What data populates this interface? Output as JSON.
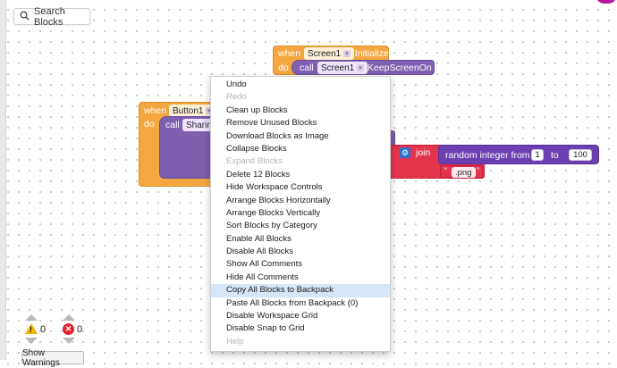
{
  "search": {
    "label": "Search Blocks"
  },
  "blocks": {
    "screen_event": {
      "when": "when",
      "component": "Screen1",
      "event": ".Initialize",
      "do": "do"
    },
    "keep_screen": {
      "call": "call",
      "component": "Screen1",
      "method": ".KeepScreenOn"
    },
    "button_event": {
      "when": "when",
      "component": "Button1",
      "do": "do"
    },
    "sharing_call": {
      "call": "call",
      "component": "Sharin"
    },
    "join": {
      "label": "join"
    },
    "random": {
      "label": "random integer from",
      "from": "1",
      "to_label": "to",
      "to": "100"
    },
    "png": {
      "value": ".png"
    }
  },
  "context_menu": {
    "items": [
      {
        "label": "Undo",
        "disabled": false
      },
      {
        "label": "Redo",
        "disabled": true
      },
      {
        "label": "Clean up Blocks",
        "disabled": false
      },
      {
        "label": "Remove Unused Blocks",
        "disabled": false
      },
      {
        "label": "Download Blocks as Image",
        "disabled": false
      },
      {
        "label": "Collapse Blocks",
        "disabled": false
      },
      {
        "label": "Expand Blocks",
        "disabled": true
      },
      {
        "label": "Delete 12 Blocks",
        "disabled": false
      },
      {
        "label": "Hide Workspace Controls",
        "disabled": false
      },
      {
        "label": "Arrange Blocks Horizontally",
        "disabled": false
      },
      {
        "label": "Arrange Blocks Vertically",
        "disabled": false
      },
      {
        "label": "Sort Blocks by Category",
        "disabled": false
      },
      {
        "label": "Enable All Blocks",
        "disabled": false
      },
      {
        "label": "Disable All Blocks",
        "disabled": false
      },
      {
        "label": "Show All Comments",
        "disabled": false
      },
      {
        "label": "Hide All Comments",
        "disabled": false
      },
      {
        "label": "Copy All Blocks to Backpack",
        "disabled": false,
        "highlighted": true
      },
      {
        "label": "Paste All Blocks from Backpack (0)",
        "disabled": false
      },
      {
        "label": "Disable Workspace Grid",
        "disabled": false
      },
      {
        "label": "Disable Snap to Grid",
        "disabled": false
      },
      {
        "label": "Help",
        "disabled": true
      }
    ]
  },
  "warnings": {
    "warning_count": "0",
    "error_count": "0",
    "show_label": "Show Warnings"
  },
  "colors": {
    "event": "#f4a741",
    "component": "#7f5fb0",
    "text": "#e3344d",
    "math": "#6b3fb0",
    "menu_highlight": "#d6e6f7"
  },
  "icons": [
    "search-icon",
    "warning-icon",
    "error-icon",
    "gear-icon",
    "dropdown-arrow-icon"
  ]
}
